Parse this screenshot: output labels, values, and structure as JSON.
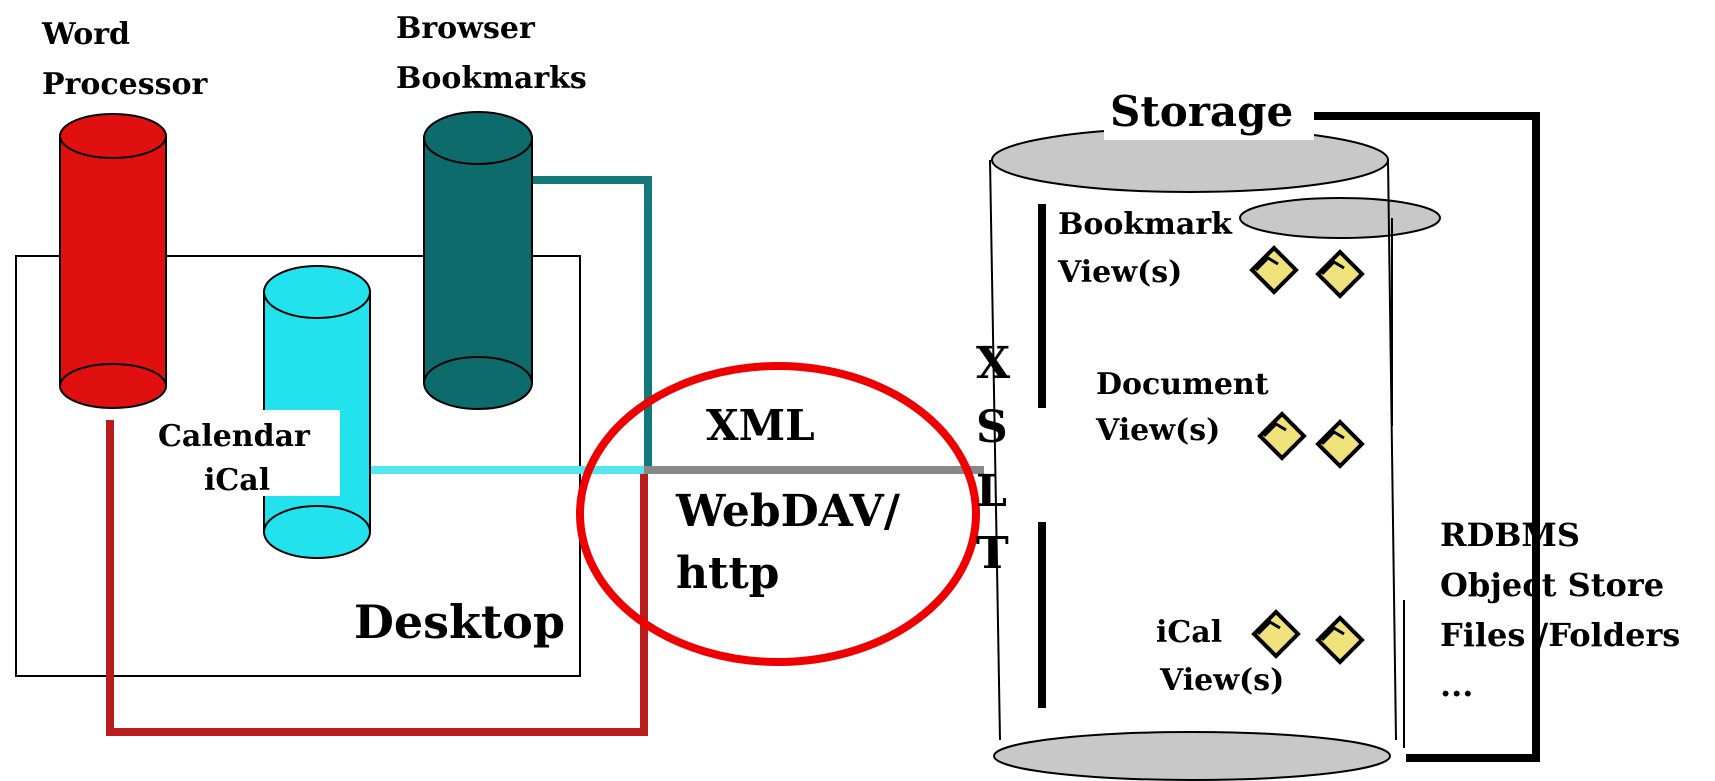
{
  "labels": {
    "word_processor_line1": "Word",
    "word_processor_line2": "Processor",
    "browser_line1": "Browser",
    "browser_line2": "Bookmarks",
    "calendar_line1": "Calendar",
    "calendar_line2": "iCal",
    "desktop": "Desktop",
    "xml": "XML",
    "webdav_line1": "WebDAV/",
    "webdav_line2": "http",
    "storage": "Storage",
    "xslt": [
      "X",
      "S",
      "L",
      "T"
    ],
    "bookmark_view_line1": "Bookmark",
    "bookmark_view_line2": "View(s)",
    "document_view_line1": "Document",
    "document_view_line2": "View(s)",
    "ical_view_line1": "iCal",
    "ical_view_line2": "View(s)",
    "backend_list": [
      "RDBMS",
      "Object Store",
      "Files /Folders",
      "..."
    ]
  },
  "colors": {
    "word_processor": "#e01010",
    "browser_bookmarks": "#0e6b6b",
    "calendar": "#22e2ee",
    "red_link": "#b81c1c",
    "teal_link": "#137878",
    "cyan_link": "#55e6ee",
    "xml_link": "#888888",
    "highlight_ellipse": "#ee0000",
    "storage_cap": "#c8c8c8",
    "folder": "#f0e27a"
  }
}
